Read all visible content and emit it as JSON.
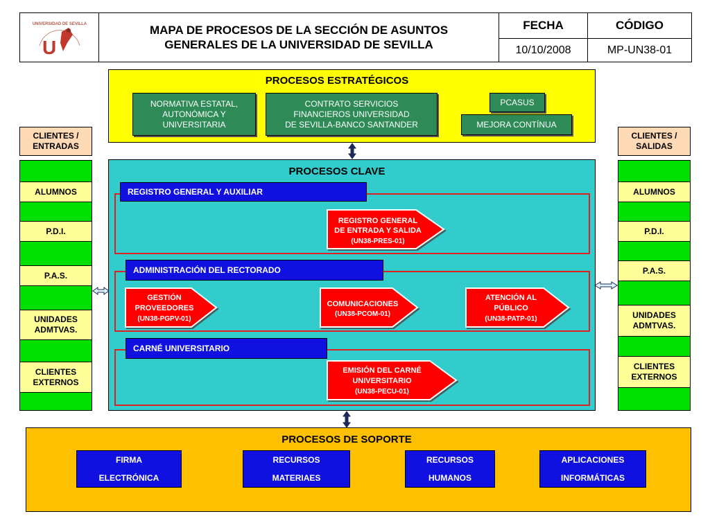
{
  "header": {
    "title_line1": "MAPA DE PROCESOS DE LA SECCIÓN DE ASUNTOS",
    "title_line2": "GENERALES DE LA UNIVERSIDAD DE SEVILLA",
    "fecha_label": "FECHA",
    "codigo_label": "CÓDIGO",
    "fecha_value": "10/10/2008",
    "codigo_value": "MP-UN38-01",
    "logo_text": "UNIVERSIDAD DE SEVILLA"
  },
  "estrategicos": {
    "title": "PROCESOS ESTRATÉGICOS",
    "items": [
      {
        "line1": "NORMATIVA ESTATAL,",
        "line2": "AUTONÓMICA Y",
        "line3": "UNIVERSITARIA"
      },
      {
        "line1": "CONTRATO SERVICIOS",
        "line2": "FINANCIEROS UNIVERSIDAD",
        "line3": "DE SEVILLA-BANCO SANTANDER"
      }
    ],
    "pcasus": "PCASUS",
    "mejora": "MEJORA CONTÍNUA"
  },
  "entradas": {
    "title_line1": "CLIENTES /",
    "title_line2": "ENTRADAS",
    "items": [
      {
        "line1": "ALUMNOS"
      },
      {
        "line1": "P.D.I."
      },
      {
        "line1": "P.A.S."
      },
      {
        "line1": "UNIDADES",
        "line2": "ADMTVAS."
      },
      {
        "line1": "CLIENTES",
        "line2": "EXTERNOS"
      }
    ]
  },
  "salidas": {
    "title_line1": "CLIENTES /",
    "title_line2": "SALIDAS",
    "items": [
      {
        "line1": "ALUMNOS"
      },
      {
        "line1": "P.D.I."
      },
      {
        "line1": "P.A.S."
      },
      {
        "line1": "UNIDADES",
        "line2": "ADMTVAS."
      },
      {
        "line1": "CLIENTES",
        "line2": "EXTERNOS"
      }
    ]
  },
  "clave": {
    "title": "PROCESOS CLAVE",
    "groups": [
      {
        "header": "REGISTRO GENERAL Y AUXILIAR",
        "processes": [
          {
            "line1": "REGISTRO GENERAL",
            "line2": "DE ENTRADA Y SALIDA",
            "code": "(UN38-PRES-01)"
          }
        ]
      },
      {
        "header": "ADMINISTRACIÓN DEL RECTORADO",
        "processes": [
          {
            "line1": "GESTIÓN",
            "line2": "PROVEEDORES",
            "code": "(UN38-PGPV-01)"
          },
          {
            "line1": "COMUNICACIONES",
            "line2": "",
            "code": "(UN38-PCOM-01)"
          },
          {
            "line1": "ATENCIÓN AL",
            "line2": "PÚBLICO",
            "code": "(UN38-PATP-01)"
          }
        ]
      },
      {
        "header": "CARNÉ UNIVERSITARIO",
        "processes": [
          {
            "line1": "EMISIÓN DEL CARNÉ",
            "line2": "UNIVERSITARIO",
            "code": "(UN38-PECU-01)"
          }
        ]
      }
    ]
  },
  "soporte": {
    "title": "PROCESOS DE SOPORTE",
    "items": [
      {
        "line1": "FIRMA",
        "line2": "ELECTRÓNICA"
      },
      {
        "line1": "RECURSOS",
        "line2": "MATERIAES"
      },
      {
        "line1": "RECURSOS",
        "line2": "HUMANOS"
      },
      {
        "line1": "APLICACIONES",
        "line2": "INFORMÁTICAS"
      }
    ]
  },
  "colors": {
    "strategic_bg": "#ffff00",
    "clave_bg": "#33cccc",
    "soporte_bg": "#ffc000",
    "process_red": "#ff0000",
    "header_blue": "#1010e0",
    "client_green": "#00e000"
  }
}
